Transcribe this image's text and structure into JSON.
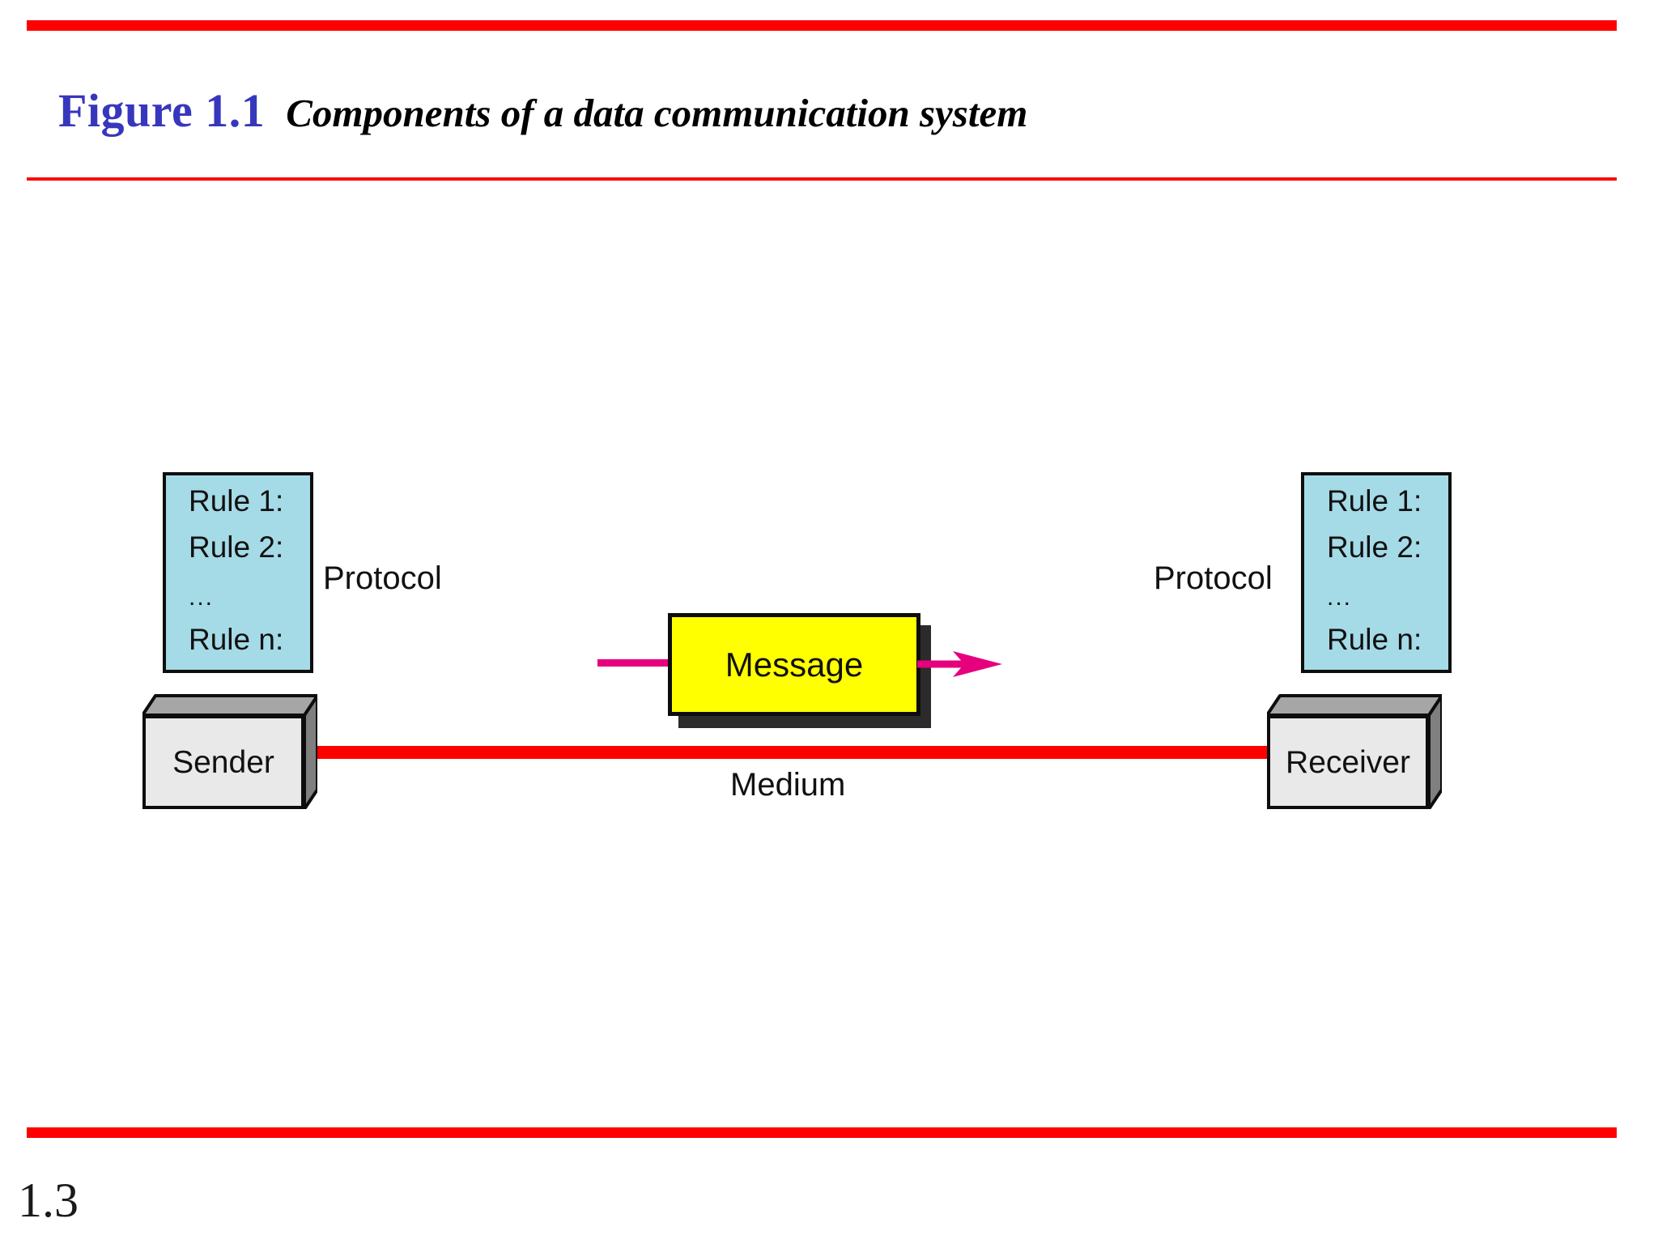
{
  "slide": {
    "figure_number": "Figure 1.1",
    "caption": "Components of a data communication system",
    "page_number": "1.3",
    "accent_rule_color": "#FF0000",
    "figure_number_color": "#3737BD"
  },
  "diagram": {
    "protocol_left": {
      "label": "Protocol",
      "box_color": "#A5DAE7",
      "rules": [
        "Rule 1:",
        "Rule 2:",
        "...",
        "Rule n:"
      ]
    },
    "protocol_right": {
      "label": "Protocol",
      "box_color": "#A5DAE7",
      "rules": [
        "Rule 1:",
        "Rule 2:",
        "...",
        "Rule n:"
      ]
    },
    "sender": {
      "label": "Sender",
      "face_color": "#E9E9E9"
    },
    "receiver": {
      "label": "Receiver",
      "face_color": "#E9E9E9"
    },
    "message": {
      "label": "Message",
      "box_color": "#FFFF00"
    },
    "medium": {
      "label": "Medium",
      "line_color": "#FE0000"
    },
    "flow_arrow": {
      "color": "#E6007E",
      "direction": "right"
    }
  }
}
